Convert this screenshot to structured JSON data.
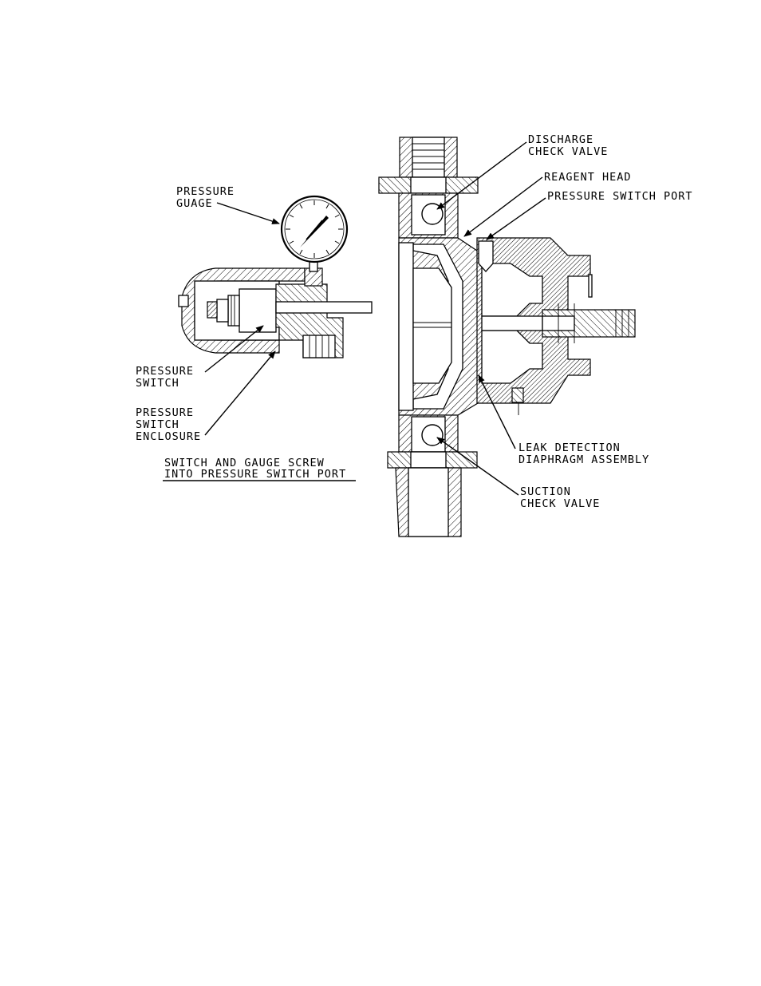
{
  "labels": {
    "pressure_gauge": [
      "PRESSURE",
      "GUAGE"
    ],
    "pressure_switch": [
      "PRESSURE",
      "SWITCH"
    ],
    "pressure_switch_enclosure": [
      "PRESSURE",
      "SWITCH",
      "ENCLOSURE"
    ],
    "note": [
      "SWITCH AND GAUGE SCREW",
      "INTO PRESSURE SWITCH PORT"
    ],
    "discharge_check_valve": [
      "DISCHARGE",
      "CHECK VALVE"
    ],
    "reagent_head": [
      "REAGENT HEAD"
    ],
    "pressure_switch_port": [
      "PRESSURE SWITCH PORT"
    ],
    "leak_detection": [
      "LEAK DETECTION",
      "DIAPHRAGM ASSEMBLY"
    ],
    "suction_check_valve": [
      "SUCTION",
      "CHECK VALVE"
    ]
  }
}
